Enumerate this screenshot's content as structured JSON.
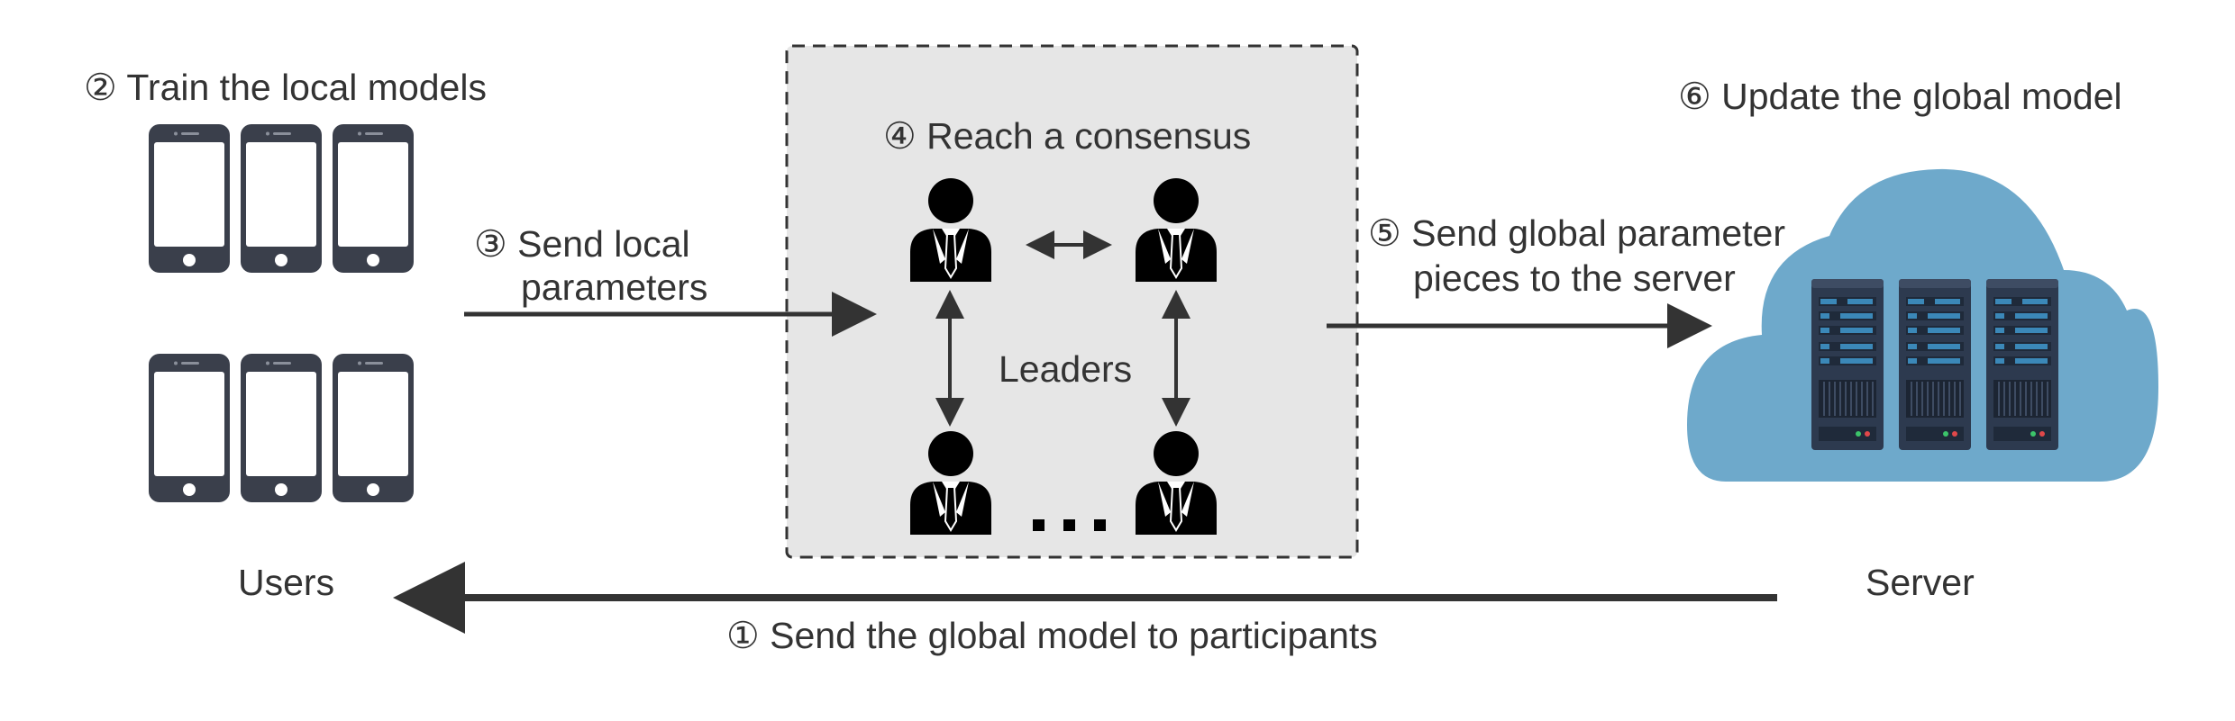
{
  "steps": {
    "step1": "① Send the global model to participants",
    "step2": "② Train the local models",
    "step3_line1": "③ Send local",
    "step3_line2": "parameters",
    "step4": "④ Reach a consensus",
    "step5_line1": "⑤ Send global parameter",
    "step5_line2": "pieces to the server",
    "step6": "⑥ Update the global model"
  },
  "labels": {
    "users": "Users",
    "leaders": "Leaders",
    "server": "Server",
    "ellipsis": "..."
  },
  "icons": {
    "phone": "smartphone-icon",
    "leader": "businessman-icon",
    "server": "server-rack-icon",
    "cloud": "cloud-icon"
  },
  "colors": {
    "text": "#333333",
    "arrow": "#333333",
    "panel_fill": "#e6e6e6",
    "panel_border": "#333333",
    "phone_body": "#3a3f4b",
    "phone_screen": "#ffffff",
    "cloud": "#6ea9cb",
    "rack_body": "#2d3a4f",
    "rack_accent": "#3b88b8",
    "person": "#000000"
  }
}
